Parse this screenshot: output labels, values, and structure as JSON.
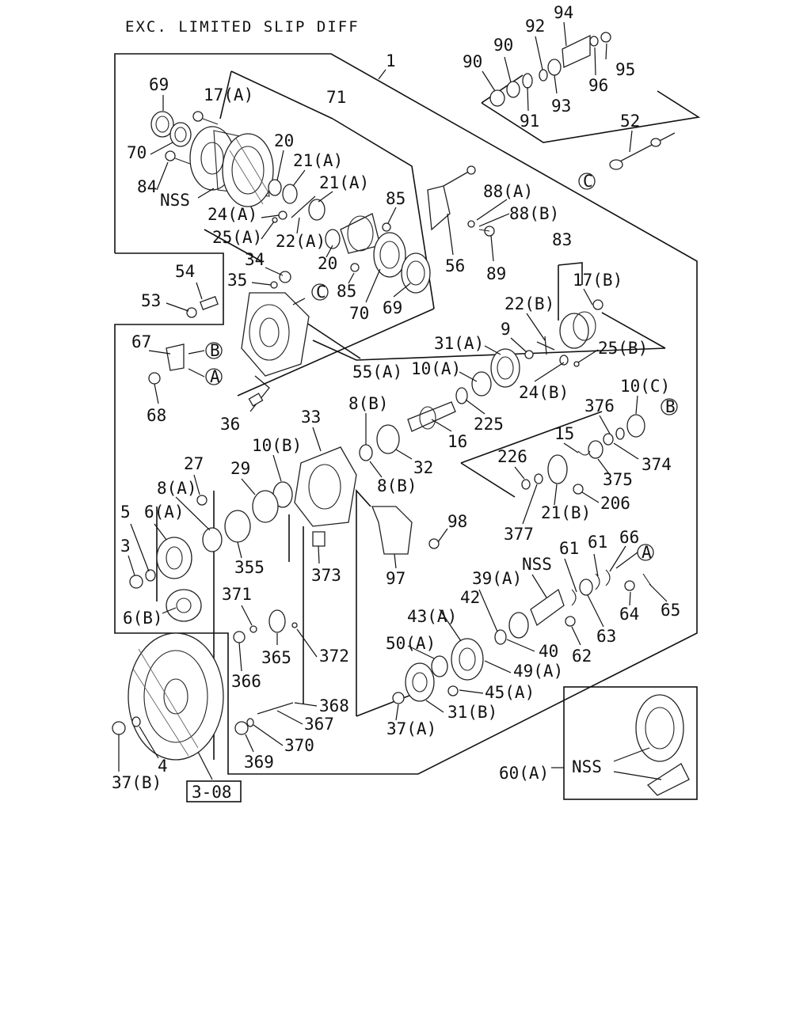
{
  "title": "EXC. LIMITED SLIP DIFF",
  "reference_box": "3-08",
  "callouts": [
    {
      "id": "c1",
      "text": "1"
    },
    {
      "id": "c69a",
      "text": "69"
    },
    {
      "id": "c17a",
      "text": "17(A)"
    },
    {
      "id": "c71",
      "text": "71"
    },
    {
      "id": "c70a",
      "text": "70"
    },
    {
      "id": "c84",
      "text": "84"
    },
    {
      "id": "cnss1",
      "text": "NSS"
    },
    {
      "id": "c20a",
      "text": "20"
    },
    {
      "id": "c21a1",
      "text": "21(A)"
    },
    {
      "id": "c21a2",
      "text": "21(A)"
    },
    {
      "id": "c85a",
      "text": "85"
    },
    {
      "id": "c24a",
      "text": "24(A)"
    },
    {
      "id": "c25a",
      "text": "25(A)"
    },
    {
      "id": "c22a",
      "text": "22(A)"
    },
    {
      "id": "c20b",
      "text": "20"
    },
    {
      "id": "c85b",
      "text": "85"
    },
    {
      "id": "c70b",
      "text": "70"
    },
    {
      "id": "c69b",
      "text": "69"
    },
    {
      "id": "c88a",
      "text": "88(A)"
    },
    {
      "id": "c88b",
      "text": "88(B)"
    },
    {
      "id": "c89",
      "text": "89"
    },
    {
      "id": "c56",
      "text": "56"
    },
    {
      "id": "c94",
      "text": "94"
    },
    {
      "id": "c92",
      "text": "92"
    },
    {
      "id": "c90a",
      "text": "90"
    },
    {
      "id": "c90b",
      "text": "90"
    },
    {
      "id": "c95",
      "text": "95"
    },
    {
      "id": "c96",
      "text": "96"
    },
    {
      "id": "c93",
      "text": "93"
    },
    {
      "id": "c91",
      "text": "91"
    },
    {
      "id": "c52",
      "text": "52"
    },
    {
      "id": "c54",
      "text": "54"
    },
    {
      "id": "c53",
      "text": "53"
    },
    {
      "id": "c34",
      "text": "34"
    },
    {
      "id": "c35",
      "text": "35"
    },
    {
      "id": "c83",
      "text": "83"
    },
    {
      "id": "c17b",
      "text": "17(B)"
    },
    {
      "id": "c22b",
      "text": "22(B)"
    },
    {
      "id": "c9",
      "text": "9"
    },
    {
      "id": "c31a",
      "text": "31(A)"
    },
    {
      "id": "c25b",
      "text": "25(B)"
    },
    {
      "id": "c10a",
      "text": "10(A)"
    },
    {
      "id": "c24b",
      "text": "24(B)"
    },
    {
      "id": "c67",
      "text": "67"
    },
    {
      "id": "c68",
      "text": "68"
    },
    {
      "id": "c55a",
      "text": "55(A)"
    },
    {
      "id": "c36",
      "text": "36"
    },
    {
      "id": "c33",
      "text": "33"
    },
    {
      "id": "c8b1",
      "text": "8(B)"
    },
    {
      "id": "c225",
      "text": "225"
    },
    {
      "id": "c16",
      "text": "16"
    },
    {
      "id": "c10c",
      "text": "10(C)"
    },
    {
      "id": "c376",
      "text": "376"
    },
    {
      "id": "c15",
      "text": "15"
    },
    {
      "id": "c10b",
      "text": "10(B)"
    },
    {
      "id": "c32",
      "text": "32"
    },
    {
      "id": "c8b2",
      "text": "8(B)"
    },
    {
      "id": "c27",
      "text": "27"
    },
    {
      "id": "c29",
      "text": "29"
    },
    {
      "id": "c8a",
      "text": "8(A)"
    },
    {
      "id": "c374",
      "text": "374"
    },
    {
      "id": "c375",
      "text": "375"
    },
    {
      "id": "c226",
      "text": "226"
    },
    {
      "id": "c206",
      "text": "206"
    },
    {
      "id": "c21b",
      "text": "21(B)"
    },
    {
      "id": "c377",
      "text": "377"
    },
    {
      "id": "c5",
      "text": "5"
    },
    {
      "id": "c6a",
      "text": "6(A)"
    },
    {
      "id": "c3",
      "text": "3"
    },
    {
      "id": "c355",
      "text": "355"
    },
    {
      "id": "c98",
      "text": "98"
    },
    {
      "id": "c373",
      "text": "373"
    },
    {
      "id": "c97",
      "text": "97"
    },
    {
      "id": "c61a",
      "text": "61"
    },
    {
      "id": "c61b",
      "text": "61"
    },
    {
      "id": "c66",
      "text": "66"
    },
    {
      "id": "cnss2",
      "text": "NSS"
    },
    {
      "id": "c39a",
      "text": "39(A)"
    },
    {
      "id": "c6b",
      "text": "6(B)"
    },
    {
      "id": "c371",
      "text": "371"
    },
    {
      "id": "c42",
      "text": "42"
    },
    {
      "id": "c43a",
      "text": "43(A)"
    },
    {
      "id": "c64",
      "text": "64"
    },
    {
      "id": "c65",
      "text": "65"
    },
    {
      "id": "c63",
      "text": "63"
    },
    {
      "id": "c365",
      "text": "365"
    },
    {
      "id": "c372",
      "text": "372"
    },
    {
      "id": "c366",
      "text": "366"
    },
    {
      "id": "c50a",
      "text": "50(A)"
    },
    {
      "id": "c40",
      "text": "40"
    },
    {
      "id": "c49a",
      "text": "49(A)"
    },
    {
      "id": "c62",
      "text": "62"
    },
    {
      "id": "c45a",
      "text": "45(A)"
    },
    {
      "id": "c368",
      "text": "368"
    },
    {
      "id": "c31b",
      "text": "31(B)"
    },
    {
      "id": "c367",
      "text": "367"
    },
    {
      "id": "c37a",
      "text": "37(A)"
    },
    {
      "id": "c370",
      "text": "370"
    },
    {
      "id": "c4",
      "text": "4"
    },
    {
      "id": "c369",
      "text": "369"
    },
    {
      "id": "c37b",
      "text": "37(B)"
    },
    {
      "id": "c60a",
      "text": "60(A)"
    },
    {
      "id": "cnss3",
      "text": "NSS"
    }
  ],
  "circle_markers": [
    {
      "id": "mC1",
      "text": "C"
    },
    {
      "id": "mC2",
      "text": "C"
    },
    {
      "id": "mB1",
      "text": "B"
    },
    {
      "id": "mA1",
      "text": "A"
    },
    {
      "id": "mB2",
      "text": "B"
    },
    {
      "id": "mA2",
      "text": "A"
    }
  ]
}
